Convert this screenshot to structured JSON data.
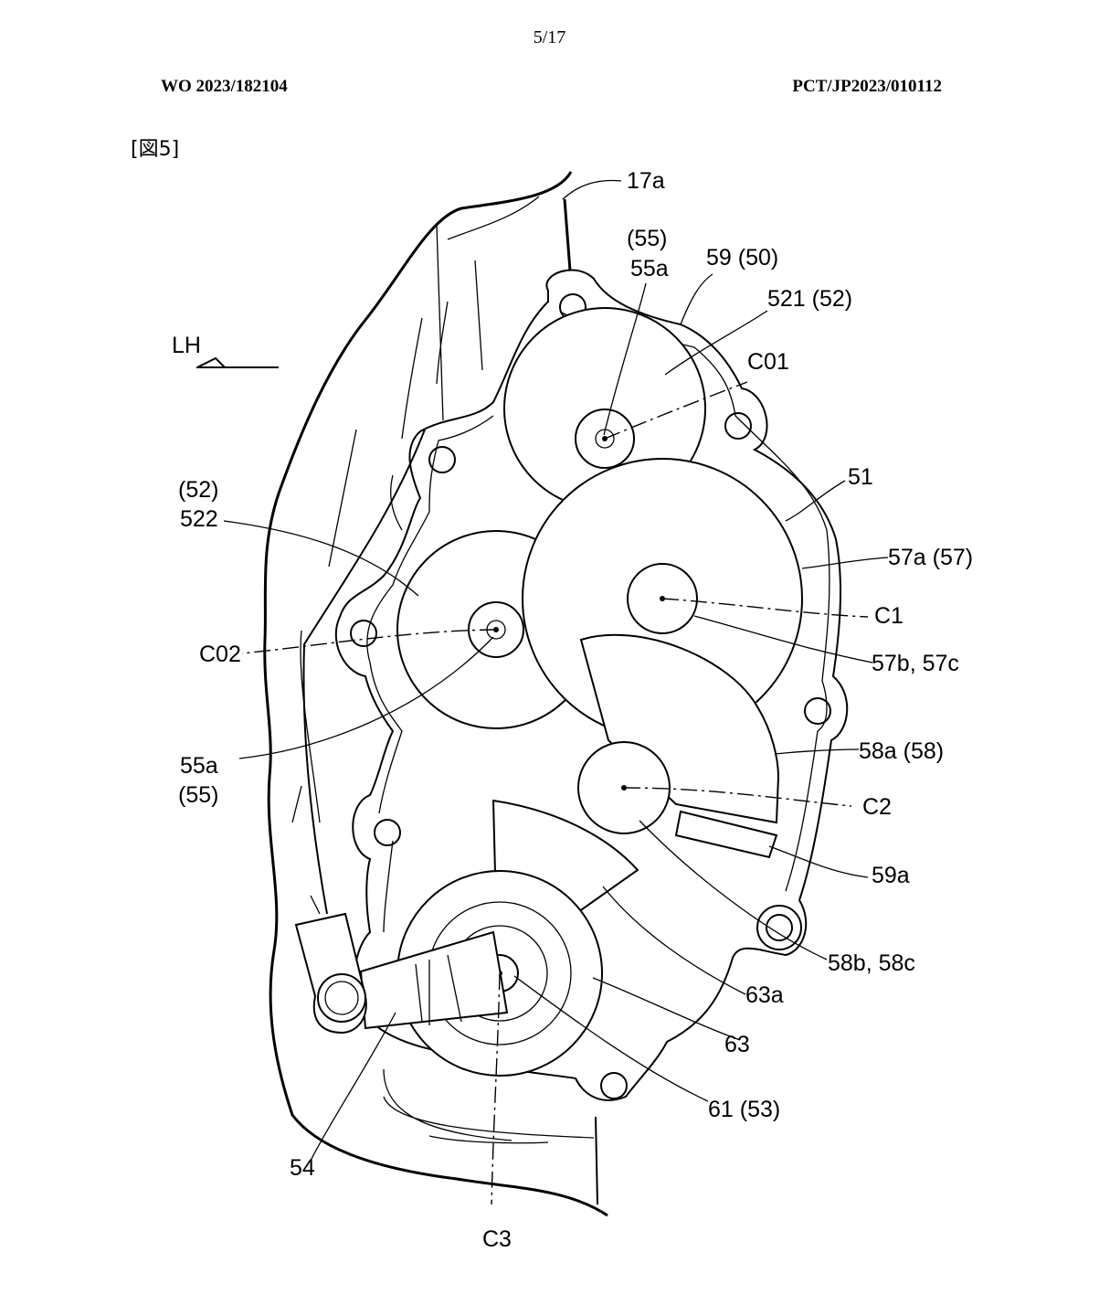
{
  "header": {
    "page_number": "5/17",
    "publication_number": "WO 2023/182104",
    "application_number": "PCT/JP2023/010112",
    "figure_label": "[図5]"
  },
  "labels": {
    "l17a": "17a",
    "l55a_top_paren": "(55)",
    "l55a_top": "55a",
    "l59": "59 (50)",
    "l521": "521 (52)",
    "lC01": "C01",
    "lLH": "LH",
    "l51": "51",
    "l52_paren": "(52)",
    "l522": "522",
    "l57a": "57a (57)",
    "lC1": "C1",
    "lC02": "C02",
    "l57b": "57b, 57c",
    "l58a": "58a (58)",
    "l55a_bottom": "55a",
    "l55a_bottom_paren": "(55)",
    "lC2": "C2",
    "l59a": "59a",
    "l58b": "58b, 58c",
    "l63a": "63a",
    "l63": "63",
    "l61": "61 (53)",
    "l54": "54",
    "lC3": "C3"
  }
}
